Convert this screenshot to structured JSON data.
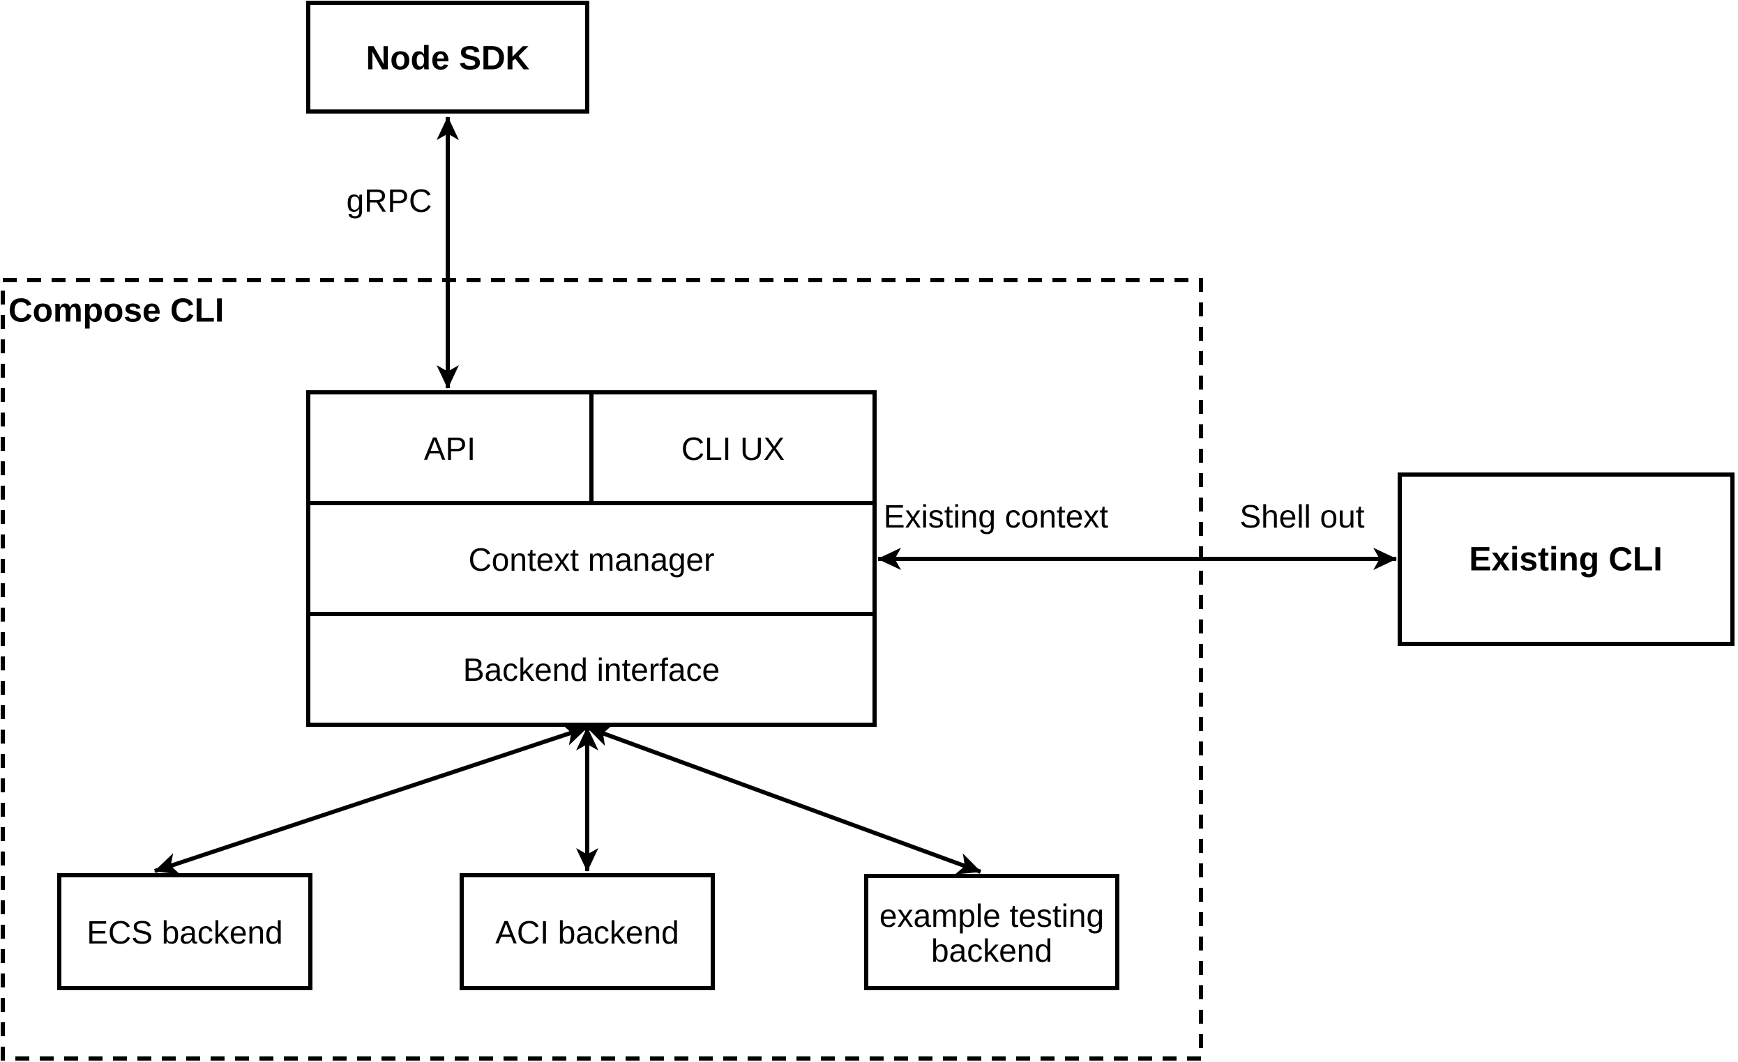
{
  "diagram": {
    "colors": {
      "line": "#000000",
      "text": "#000000",
      "background": "#ffffff"
    },
    "groups": {
      "compose_cli": {
        "label": "Compose CLI"
      }
    },
    "nodes": {
      "node_sdk": {
        "label": "Node SDK"
      },
      "api": {
        "label": "API"
      },
      "cli_ux": {
        "label": "CLI UX"
      },
      "context_manager": {
        "label": "Context manager"
      },
      "backend_interface": {
        "label": "Backend interface"
      },
      "existing_cli": {
        "label": "Existing CLI"
      },
      "ecs_backend": {
        "label": "ECS backend"
      },
      "aci_backend": {
        "label": "ACI backend"
      },
      "example_testing_backend": {
        "label_line_1": "example testing",
        "label_line_2": "backend"
      }
    },
    "edges": {
      "grpc": {
        "label": "gRPC"
      },
      "existing_context": {
        "label": "Existing context"
      },
      "shell_out": {
        "label": "Shell out"
      }
    }
  }
}
